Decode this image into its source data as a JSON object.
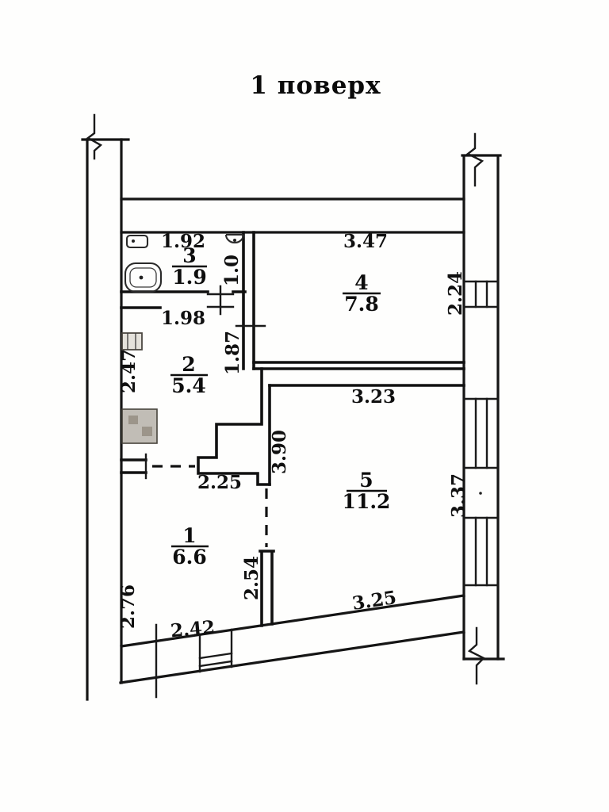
{
  "title": "1 поверх",
  "rooms": {
    "r1": {
      "number": "1",
      "area": "6.6"
    },
    "r2": {
      "number": "2",
      "area": "5.4"
    },
    "r3": {
      "number": "3",
      "area": "1.9"
    },
    "r4": {
      "number": "4",
      "area": "7.8"
    },
    "r5": {
      "number": "5",
      "area": "11.2"
    }
  },
  "dimensions": {
    "room3_width": "1.92",
    "room4_width": "3.47",
    "wc_depth": "1.0",
    "room4_window": "2.24",
    "room2_width": "1.98",
    "room2_depth": "1.87",
    "room2_left": "2.47",
    "room5_width": "3.23",
    "room5_left": "3.90",
    "room1_top": "2.25",
    "room5_window": "3.37",
    "room1_right": "2.54",
    "room1_left": "2.76",
    "room1_bottom": "2.42",
    "room5_bottom": "3.25"
  }
}
